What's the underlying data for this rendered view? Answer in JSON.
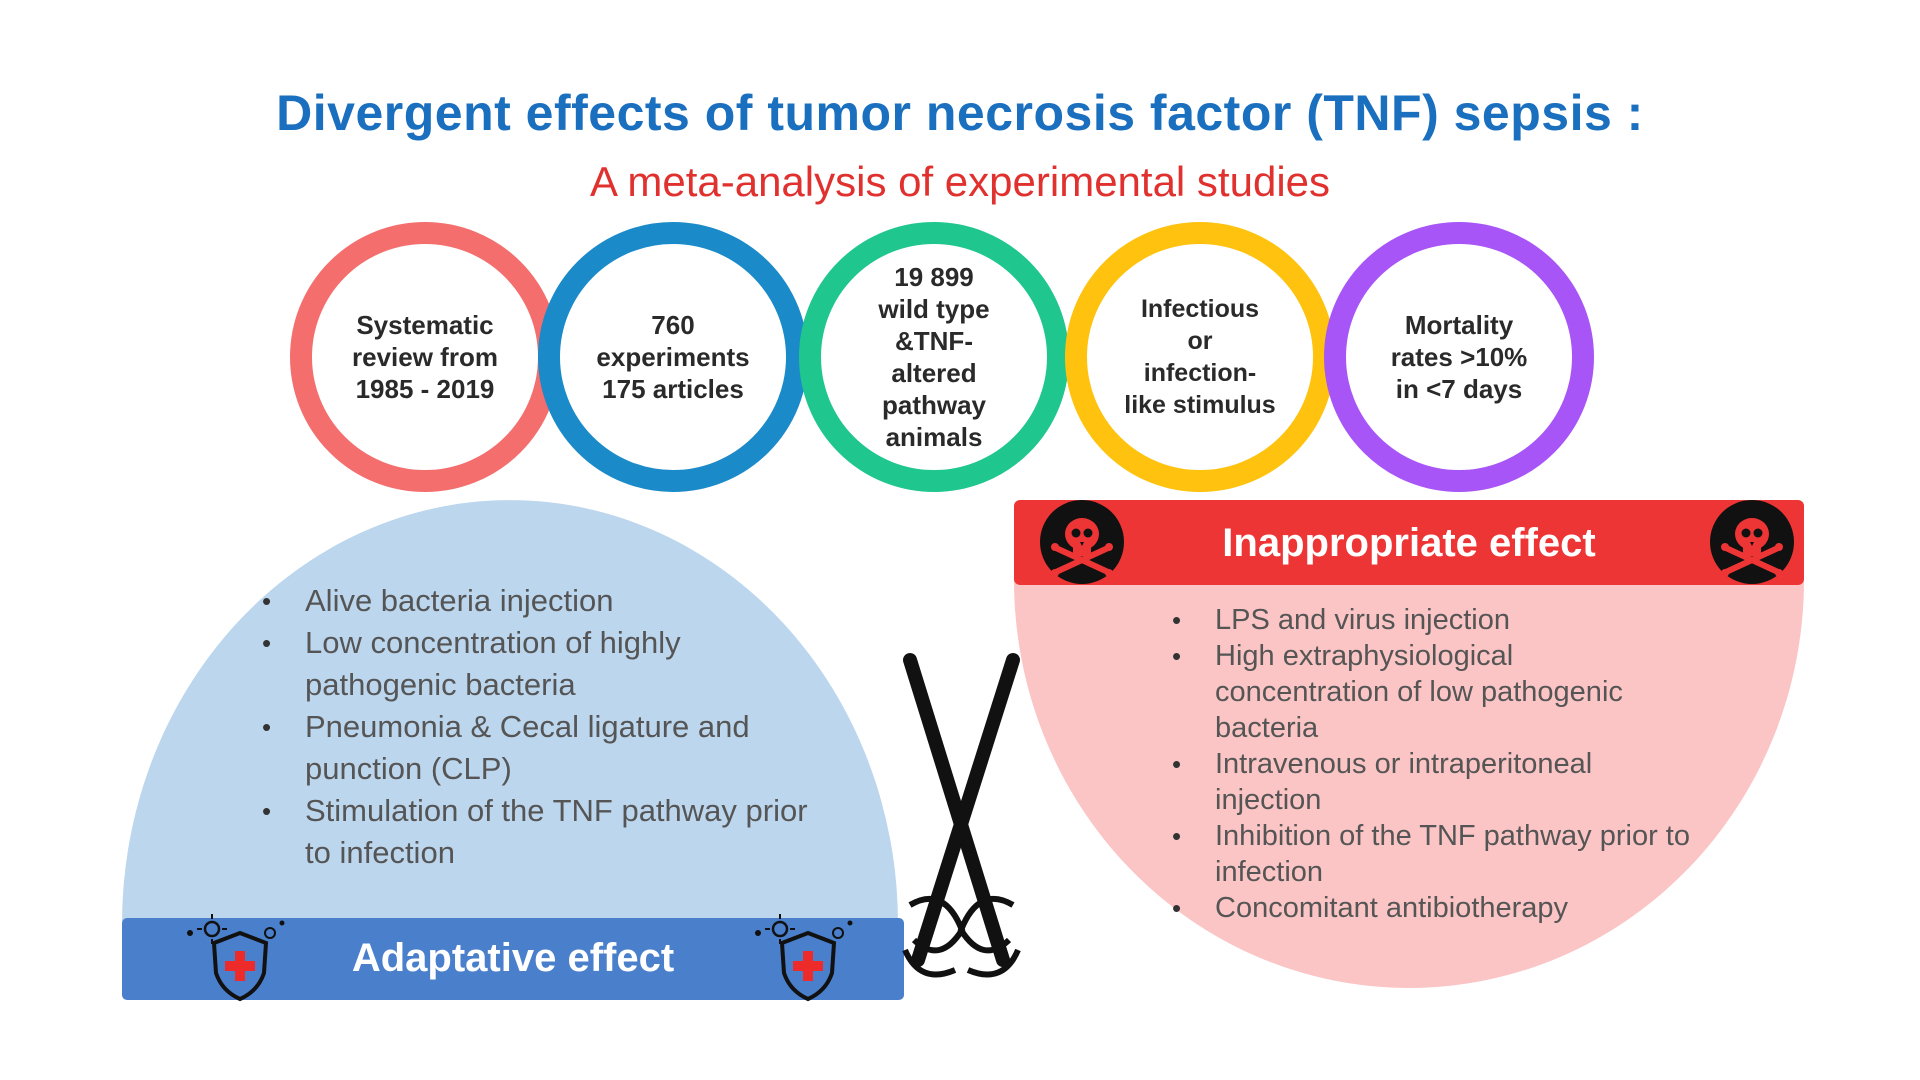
{
  "header": {
    "title": "Divergent effects of tumor necrosis factor (TNF) sepsis :",
    "subtitle": "A meta-analysis of experimental studies"
  },
  "criteria": [
    {
      "text": "Systematic\nreview from\n1985 - 2019",
      "color": "#f46e6e"
    },
    {
      "text": "760\nexperiments\n175 articles",
      "color": "#1b8ac9"
    },
    {
      "text": "19 899\nwild type\n&TNF-\naltered\npathway\nanimals",
      "color": "#1fc68d"
    },
    {
      "text": "Infectious\nor\ninfection-\nlike stimulus",
      "color": "#ffc20e"
    },
    {
      "text": "Mortality\nrates >10%\nin <7 days",
      "color": "#a855f7"
    }
  ],
  "adaptive": {
    "label": "Adaptative effect",
    "items": [
      "Alive bacteria injection",
      "Low concentration of highly pathogenic bacteria",
      "Pneumonia & Cecal ligature and punction (CLP)",
      "Stimulation of the TNF pathway prior to infection"
    ],
    "icon_left": "shield-virus-icon",
    "icon_right": "shield-virus-icon"
  },
  "inappropriate": {
    "label": "Inappropriate effect",
    "items": [
      "LPS and virus injection",
      "High extraphysiological concentration of low pathogenic bacteria",
      "Intravenous or intraperitoneal injection",
      "Inhibition of the TNF pathway prior to infection",
      "Concomitant antibiotherapy"
    ],
    "icon_left": "skull-crossbones-icon",
    "icon_right": "skull-crossbones-icon"
  },
  "center_icon": "crossed-swords-icon",
  "colors": {
    "title": "#1a6fbe",
    "subtitle": "#e0312e",
    "adaptive_panel": "#bcd6ee",
    "adaptive_bar": "#4a7fcc",
    "inappropriate_panel": "#fbc5c5",
    "inappropriate_bar": "#ee3535",
    "icon_dark": "#111111"
  }
}
